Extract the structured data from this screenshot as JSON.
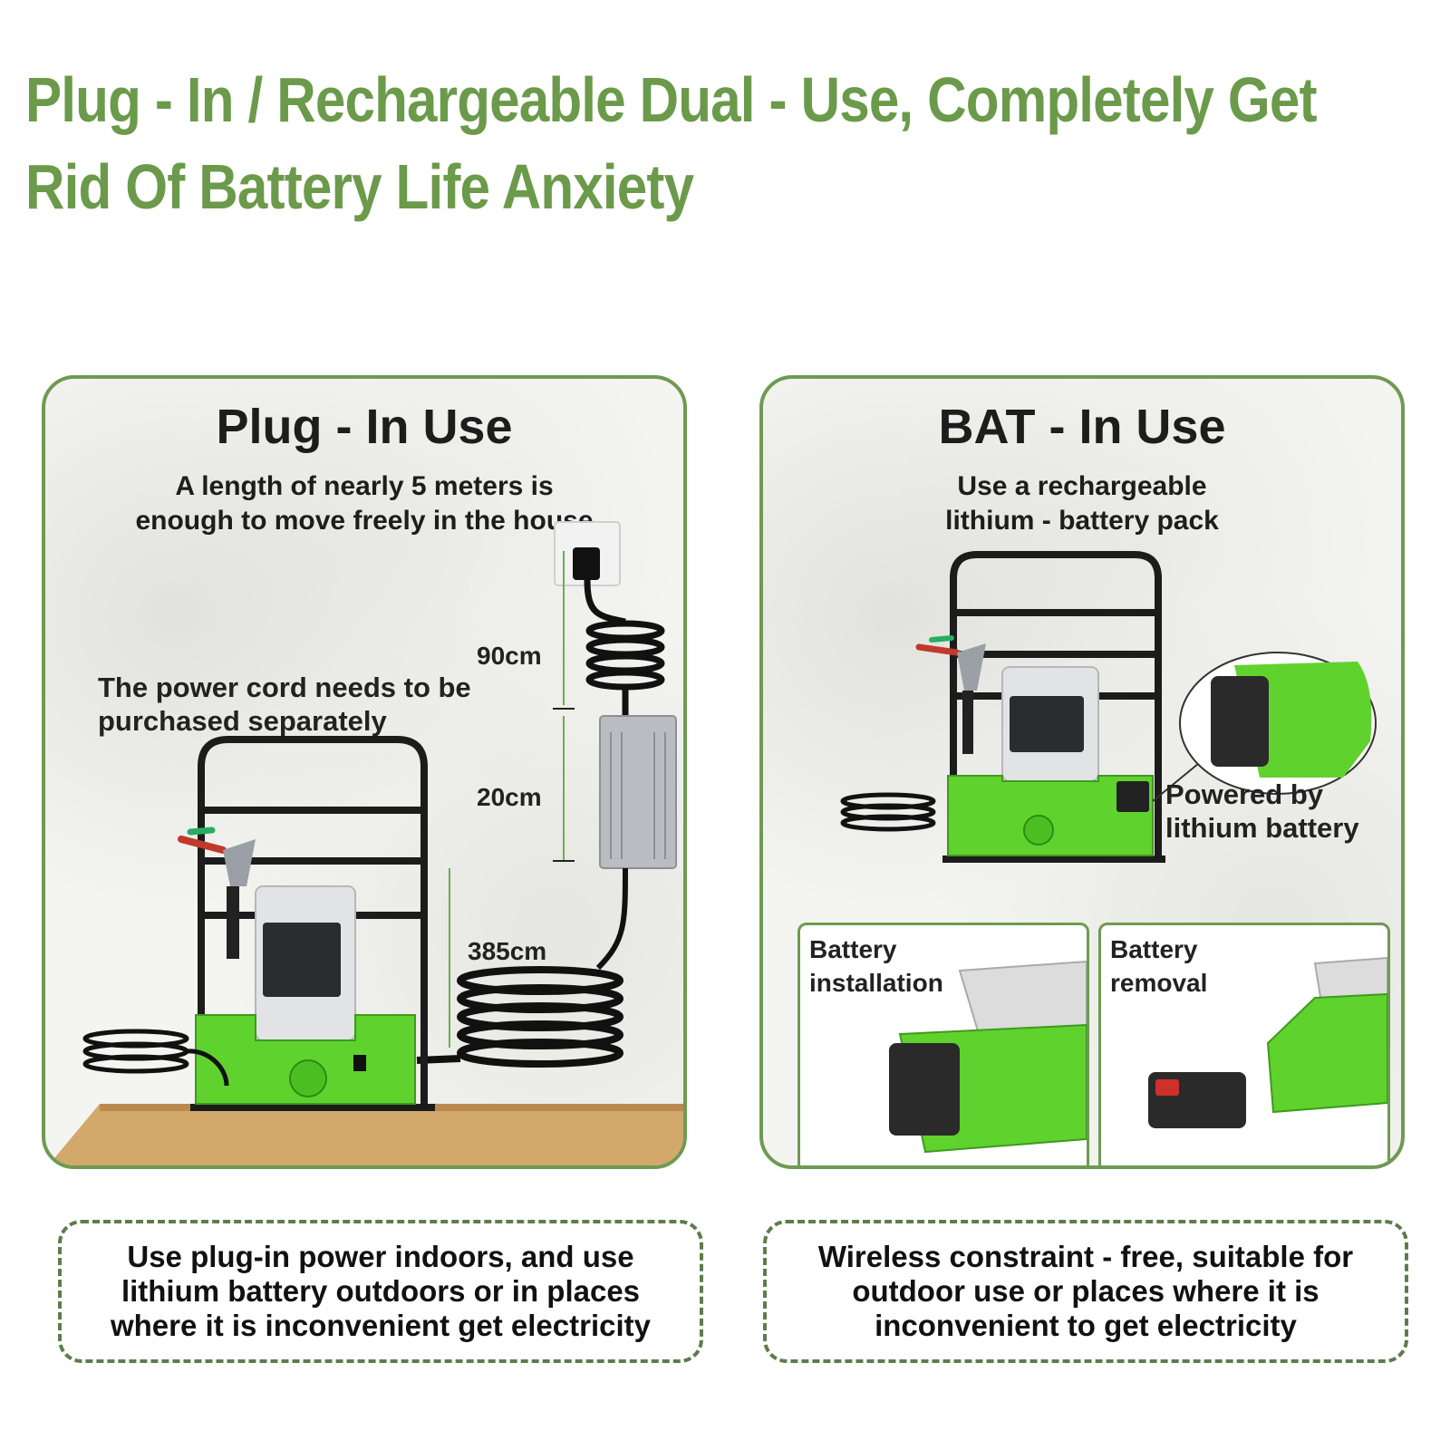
{
  "headline": {
    "line1": "Plug - In / Rechargeable Dual - Use, Completely Get",
    "line2": "Rid Of Battery Life Anxiety"
  },
  "plug_panel": {
    "title": "Plug - In Use",
    "subtitle_line1": "A length of nearly 5 meters is",
    "subtitle_line2": "enough to move freely in the house",
    "note_line1": "The power cord needs to be",
    "note_line2": "purchased separately",
    "dim_top": "90cm",
    "dim_middle": "20cm",
    "dim_bottom": "385cm"
  },
  "battery_panel": {
    "title": "BAT - In Use",
    "subtitle_line1": "Use a rechargeable",
    "subtitle_line2": "lithium - battery pack",
    "callout_line1": "Powered by",
    "callout_line2": "lithium battery",
    "install_line1": "Battery",
    "install_line2": "installation",
    "removal_line1": "Battery",
    "removal_line2": "removal"
  },
  "captions": {
    "left_line1": "Use plug-in power indoors, and use",
    "left_line2": "lithium battery outdoors or in places",
    "left_line3": "where it is inconvenient get electricity",
    "right_line1": "Wireless constraint - free, suitable for",
    "right_line2": "outdoor use or places where it is",
    "right_line3": "inconvenient to get electricity"
  },
  "colors": {
    "brand_green": "#6b9a4b",
    "machine_green": "#5fd22e",
    "frame_black": "#1c1c1c"
  }
}
